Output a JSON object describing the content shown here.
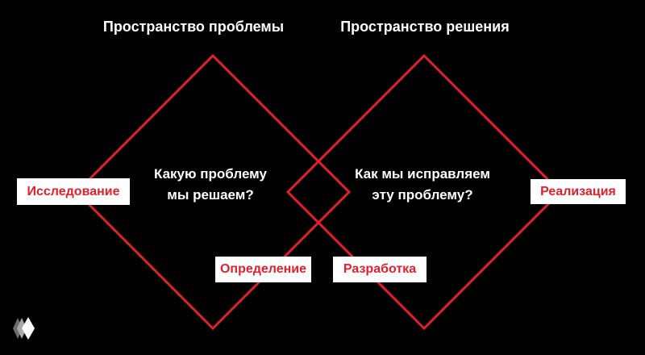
{
  "titles": {
    "problem_space": "Пространство проблемы",
    "solution_space": "Пространство решения"
  },
  "questions": {
    "problem": [
      "Какую проблему",
      "мы решаем?"
    ],
    "solution": [
      "Как мы исправляем",
      "эту проблему?"
    ]
  },
  "phases": {
    "discover": "Исследование",
    "define": "Определение",
    "develop": "Разработка",
    "deliver": "Реализация"
  },
  "colors": {
    "background": "#000000",
    "accent": "#e0212b",
    "label_bg": "#ffffff",
    "text": "#ffffff"
  },
  "icons": {
    "logo": "layered-diamond-logo-icon"
  }
}
